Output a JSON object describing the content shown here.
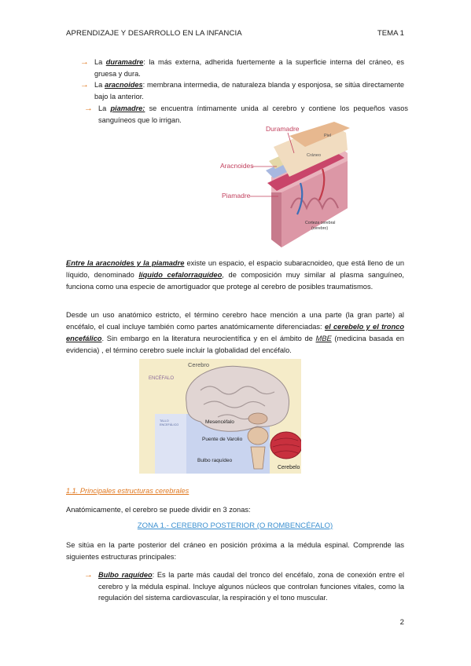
{
  "header": {
    "left": "APRENDIZAJE Y DESARROLLO EN LA INFANCIA",
    "right": "TEMA 1"
  },
  "bullets": [
    {
      "pre": "La ",
      "kw": "duramadre",
      "post": ": la más externa, adherida fuertemente a la superficie interna del cráneo, es gruesa y dura."
    },
    {
      "pre": "La ",
      "kw": "aracnoides",
      "post": ": membrana intermedia, de naturaleza blanda y esponjosa, se sitúa directamente bajo la anterior."
    },
    {
      "pre": "La ",
      "kw": "piamadre:",
      "post": " se encuentra íntimamente unida al cerebro y contiene los pequeños vasos sanguíneos que lo irrigan."
    }
  ],
  "fig1": {
    "duramadre": "Duramadre",
    "piel": "Piel",
    "craneo": "Cráneo",
    "aracnoides": "Aracnoides",
    "piamadre": "Piamadre",
    "corteza1": "Corteza cerebral",
    "corteza2": "(cerebro)"
  },
  "para1": {
    "kw1": "Entre la aracnoides y la piamadre",
    "t1": " existe un espacio, el espacio subaracnoideo, que está lleno de un líquido, denominado ",
    "kw2": "líquido cefalorraquídeo",
    "t2": ", de composición muy similar al plasma sanguíneo, funciona como una especie de amortiguador que protege al cerebro de posibles traumatismos."
  },
  "para2": {
    "t1": "Desde un uso anatómico estricto, el término cerebro hace mención a una parte (la gran parte) al encéfalo, el cual incluye también como partes anatómicamente diferenciadas: ",
    "kw1": "el cerebelo y el tronco encefálico",
    "t2": ". Sin embargo en la literatura neurocientífica y en el ámbito de ",
    "abbr": "MBE",
    "t3": " (medicina basada en evidencia) , el término cerebro suele incluir la globalidad del encéfalo."
  },
  "fig2": {
    "cerebro": "Cerebro",
    "encefalo": "ENCÉFALO",
    "tallo1": "TALLO",
    "tallo2": "ENCEFÁLICO",
    "mesencefalo": "Mesencéfalo",
    "puente": "Puente de Varolio",
    "bulbo": "Bulbo raquídeo",
    "cerebelo": "Cerebelo"
  },
  "section": "1.1. Principales estructuras cerebrales",
  "intro": "Anatómicamente, el cerebro se puede dividir en 3 zonas:",
  "zone": "ZONA 1.- CEREBRO POSTERIOR (O ROMBENCÉFALO)",
  "para3": "Se sitúa en la parte posterior del cráneo en posición próxima a la médula espinal. Comprende las siguientes estructuras principales:",
  "bullet4": {
    "kw": "Bulbo raquídeo",
    "post": ": Es la parte más caudal del tronco del encéfalo, zona de conexión entre el cerebro y la médula espinal. Incluye algunos núcleos que controlan funciones vitales, como la regulación del sistema cardiovascular, la respiración y el tono muscular."
  },
  "page_number": "2"
}
